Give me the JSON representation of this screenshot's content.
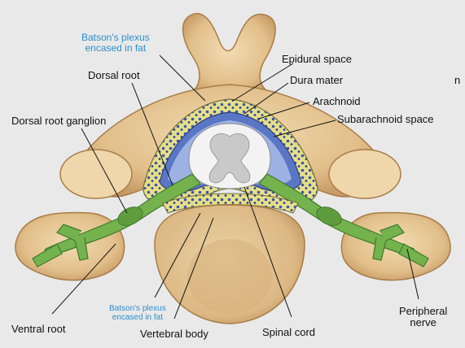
{
  "labels": {
    "batsons_plexus_top": [
      "Batson's plexus",
      "encased in fat"
    ],
    "dorsal_root": "Dorsal root",
    "epidural_space": "Epidural space",
    "dura_mater": "Dura mater",
    "arachnoid": "Arachnoid",
    "subarachnoid_space": "Subarachnoid space",
    "dorsal_root_ganglion": "Dorsal root ganglion",
    "ventral_root": "Ventral root",
    "batsons_plexus_bottom": [
      "Batson's plexus",
      "encased in fat"
    ],
    "vertebral_body": "Vertebral body",
    "spinal_cord": "Spinal cord",
    "peripheral_nerve": [
      "Peripheral",
      "nerve"
    ],
    "edge_fragment": "n"
  },
  "colors": {
    "background": "#e9e9e9",
    "bone": "#e8c99a",
    "bone_shadow": "#b98d5c",
    "nerve": "#74b24e",
    "nerve_dark": "#3f7a2c",
    "fat": "#e6e08a",
    "plexus": "#3b55b0",
    "cord": "#f2f2f2",
    "label_blue": "#2a8fd0"
  }
}
